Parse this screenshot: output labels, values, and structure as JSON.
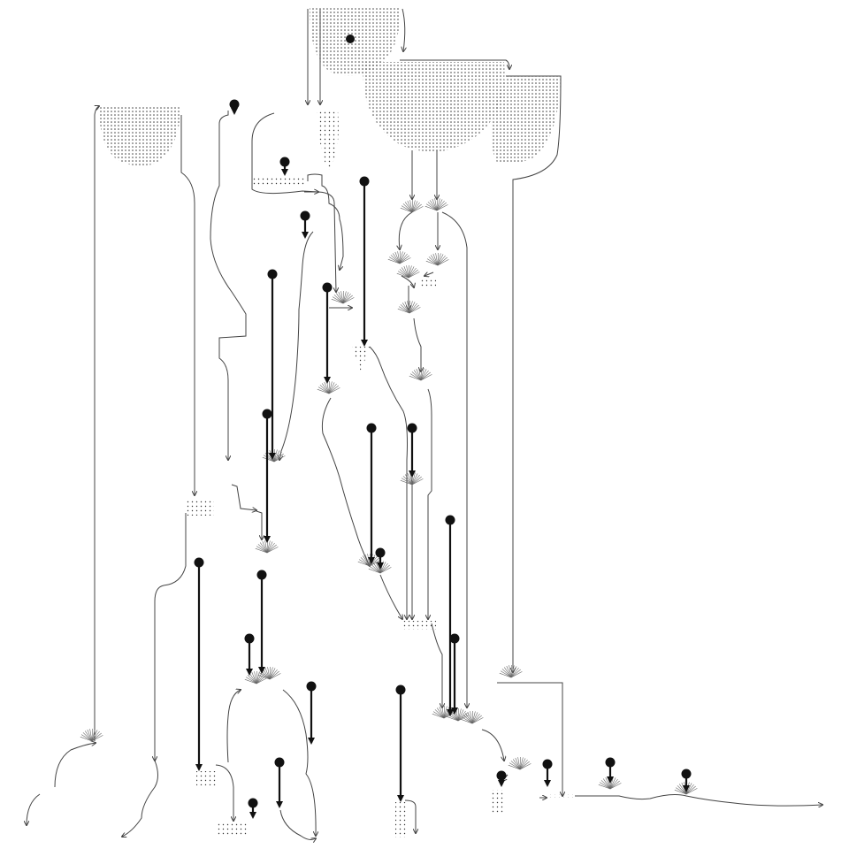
{
  "diagram": {
    "type": "flow-diagram",
    "background": "#ffffff",
    "colors": {
      "stroke": "#444444",
      "heavy": "#111111",
      "dot_fill": "#333333"
    },
    "nodes": {
      "bowls": 8,
      "fans": 24,
      "dot_sources": 26
    }
  }
}
